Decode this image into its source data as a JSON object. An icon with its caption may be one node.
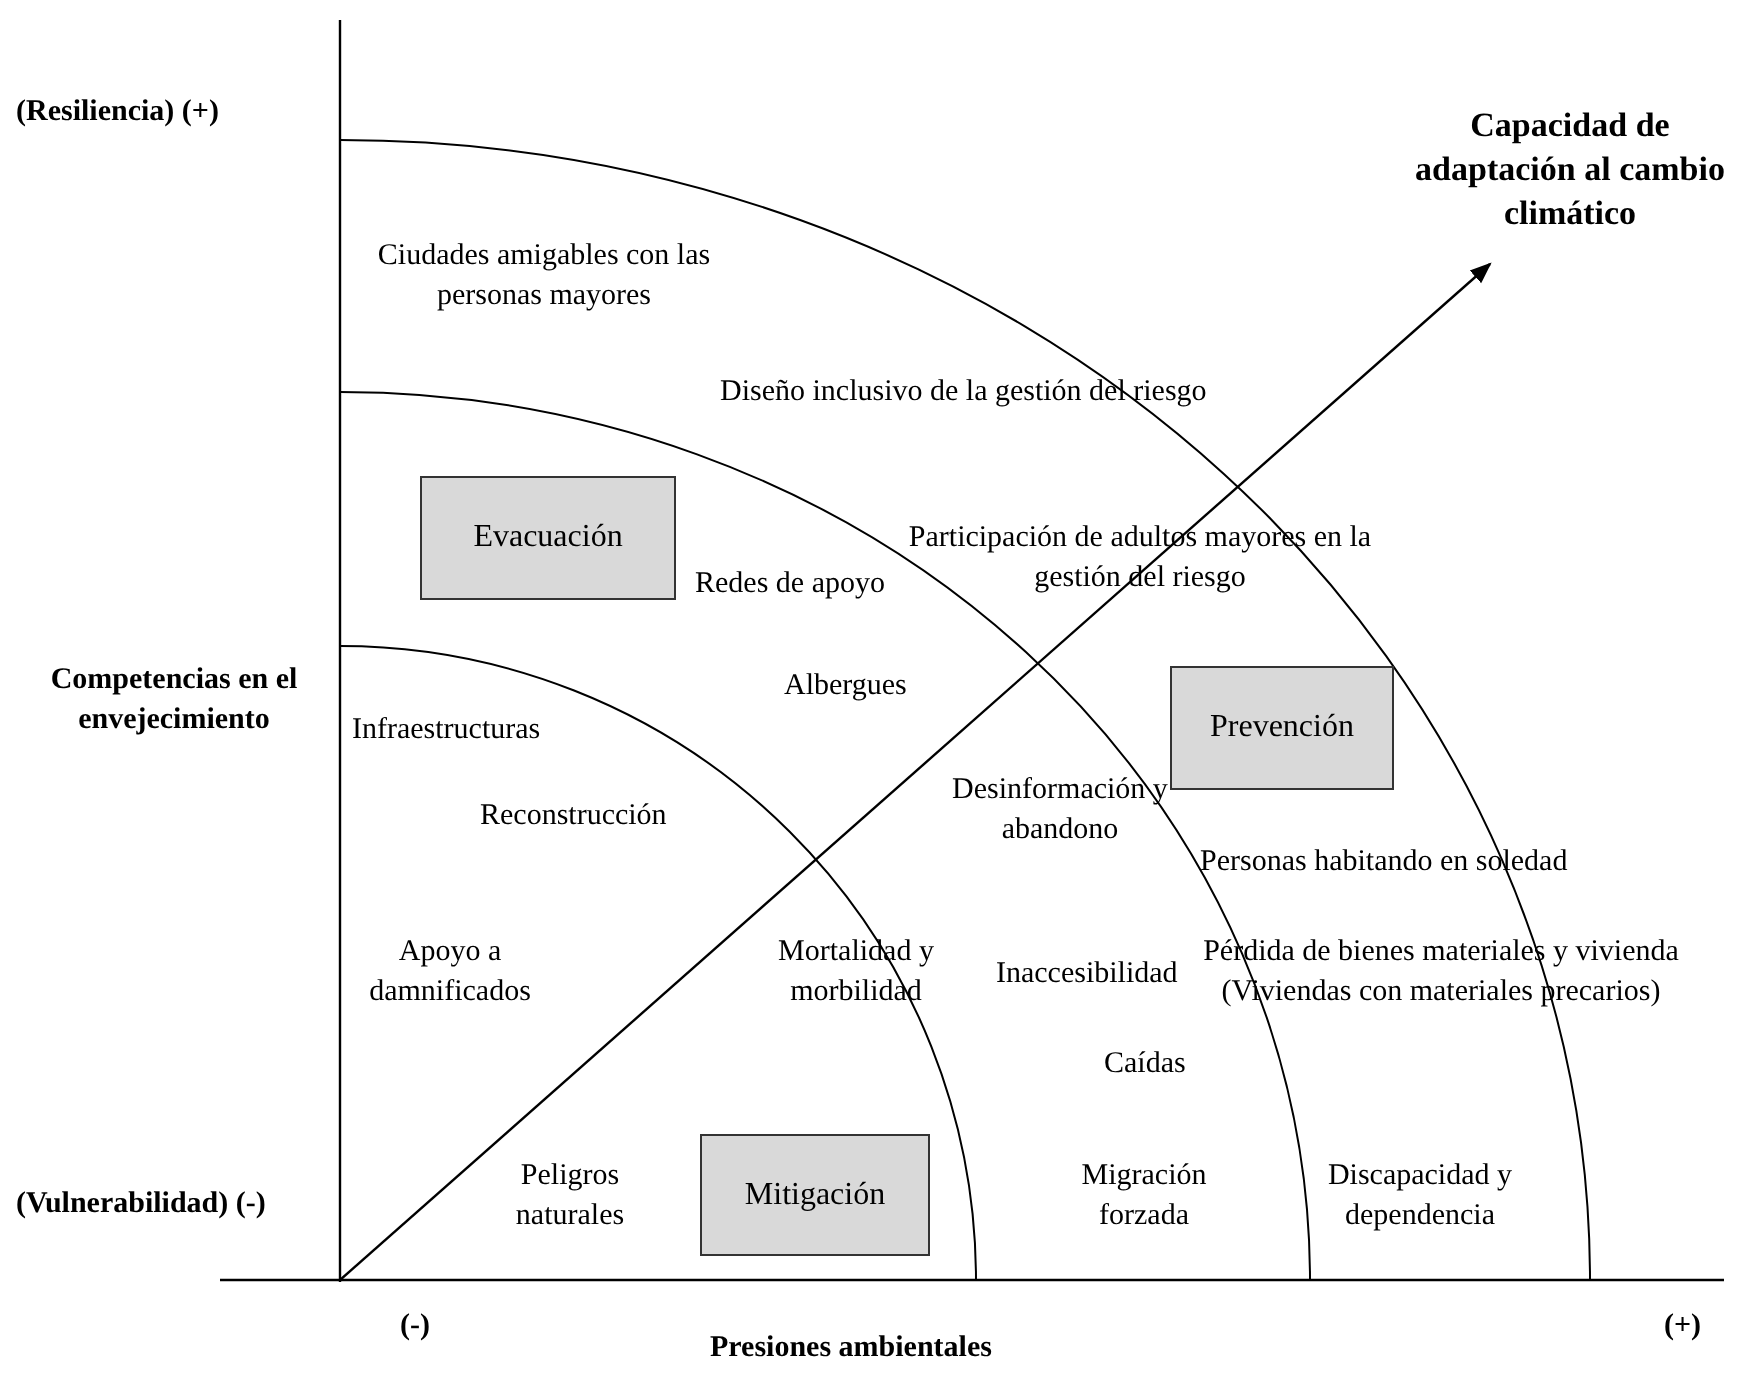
{
  "diagram": {
    "nodes": [
      {
        "text": [
          "Evacuación"
        ]
      },
      {
        "text": [
          "Prevención"
        ]
      },
      {
        "text": [
          "Mitigación"
        ]
      },
      {
        "text": [
          "Capacidad de adaptación al cambio climático"
        ]
      }
    ],
    "edges": [
      {
        "from": null,
        "to": 3,
        "arrow": "to"
      }
    ],
    "labels": [
      "(Resiliencia) (+)",
      "Ciudades amigables con las personas mayores",
      "Diseño inclusivo de la gestión del riesgo",
      "Redes de apoyo",
      "Participación de adultos mayores en la gestión del riesgo",
      "Competencias en el envejecimiento",
      "Albergues",
      "Infraestructuras",
      "Reconstrucción",
      "Desinformación y abandono",
      "Personas habitando en soledad",
      "Apoyo a damnificados",
      "Mortalidad y morbilidad",
      "Inaccesibilidad",
      "Pérdida de bienes materiales y vivienda (Viviendas con materiales precarios)",
      "Caídas",
      "(Vulnerabilidad) (-)",
      "Peligros naturales",
      "Migración forzada",
      "Discapacidad y dependencia",
      "(-)",
      "(+)",
      "Presiones ambientales"
    ]
  }
}
